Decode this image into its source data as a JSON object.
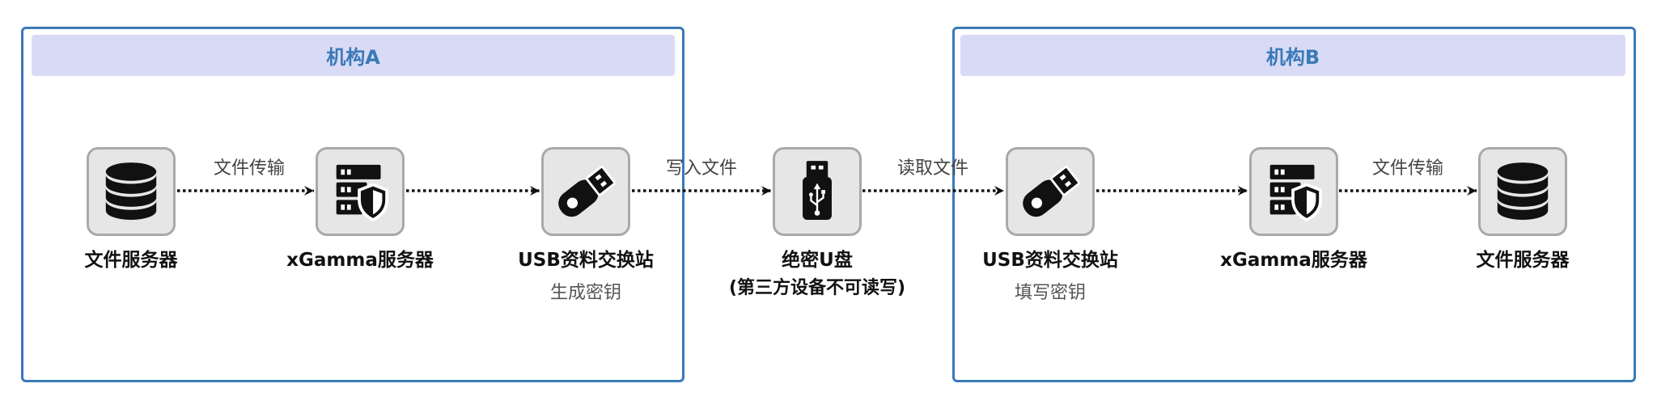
{
  "orgs": {
    "a": {
      "title": "机构A"
    },
    "b": {
      "title": "机构B"
    }
  },
  "nodes": [
    {
      "label": "文件服务器",
      "icon": "database-icon"
    },
    {
      "label": "xGamma服务器",
      "icon": "server-shield-icon"
    },
    {
      "label": "USB资料交换站",
      "sublabel": "生成密钥",
      "icon": "usb-key-icon"
    },
    {
      "label": "绝密U盘",
      "sublabel": "(第三方设备不可读写)",
      "icon": "usb-drive-icon"
    },
    {
      "label": "USB资料交换站",
      "sublabel": "填写密钥",
      "icon": "usb-key-icon"
    },
    {
      "label": "xGamma服务器",
      "icon": "server-shield-icon"
    },
    {
      "label": "文件服务器",
      "icon": "database-icon"
    }
  ],
  "edges": [
    {
      "from": 0,
      "to": 1,
      "label": "文件传输"
    },
    {
      "from": 1,
      "to": 2
    },
    {
      "from": 2,
      "to": 3,
      "label": "写入文件"
    },
    {
      "from": 3,
      "to": 4,
      "label": "读取文件"
    },
    {
      "from": 4,
      "to": 5
    },
    {
      "from": 5,
      "to": 6,
      "label": "文件传输"
    }
  ],
  "colors": {
    "org_border": "#3a79b8",
    "org_header_bg": "#d9dbf6",
    "org_title": "#3a79b8",
    "icon_box_bg": "#e6e6e6",
    "icon_box_border": "#a9a9a9",
    "arrow": "#111111"
  }
}
